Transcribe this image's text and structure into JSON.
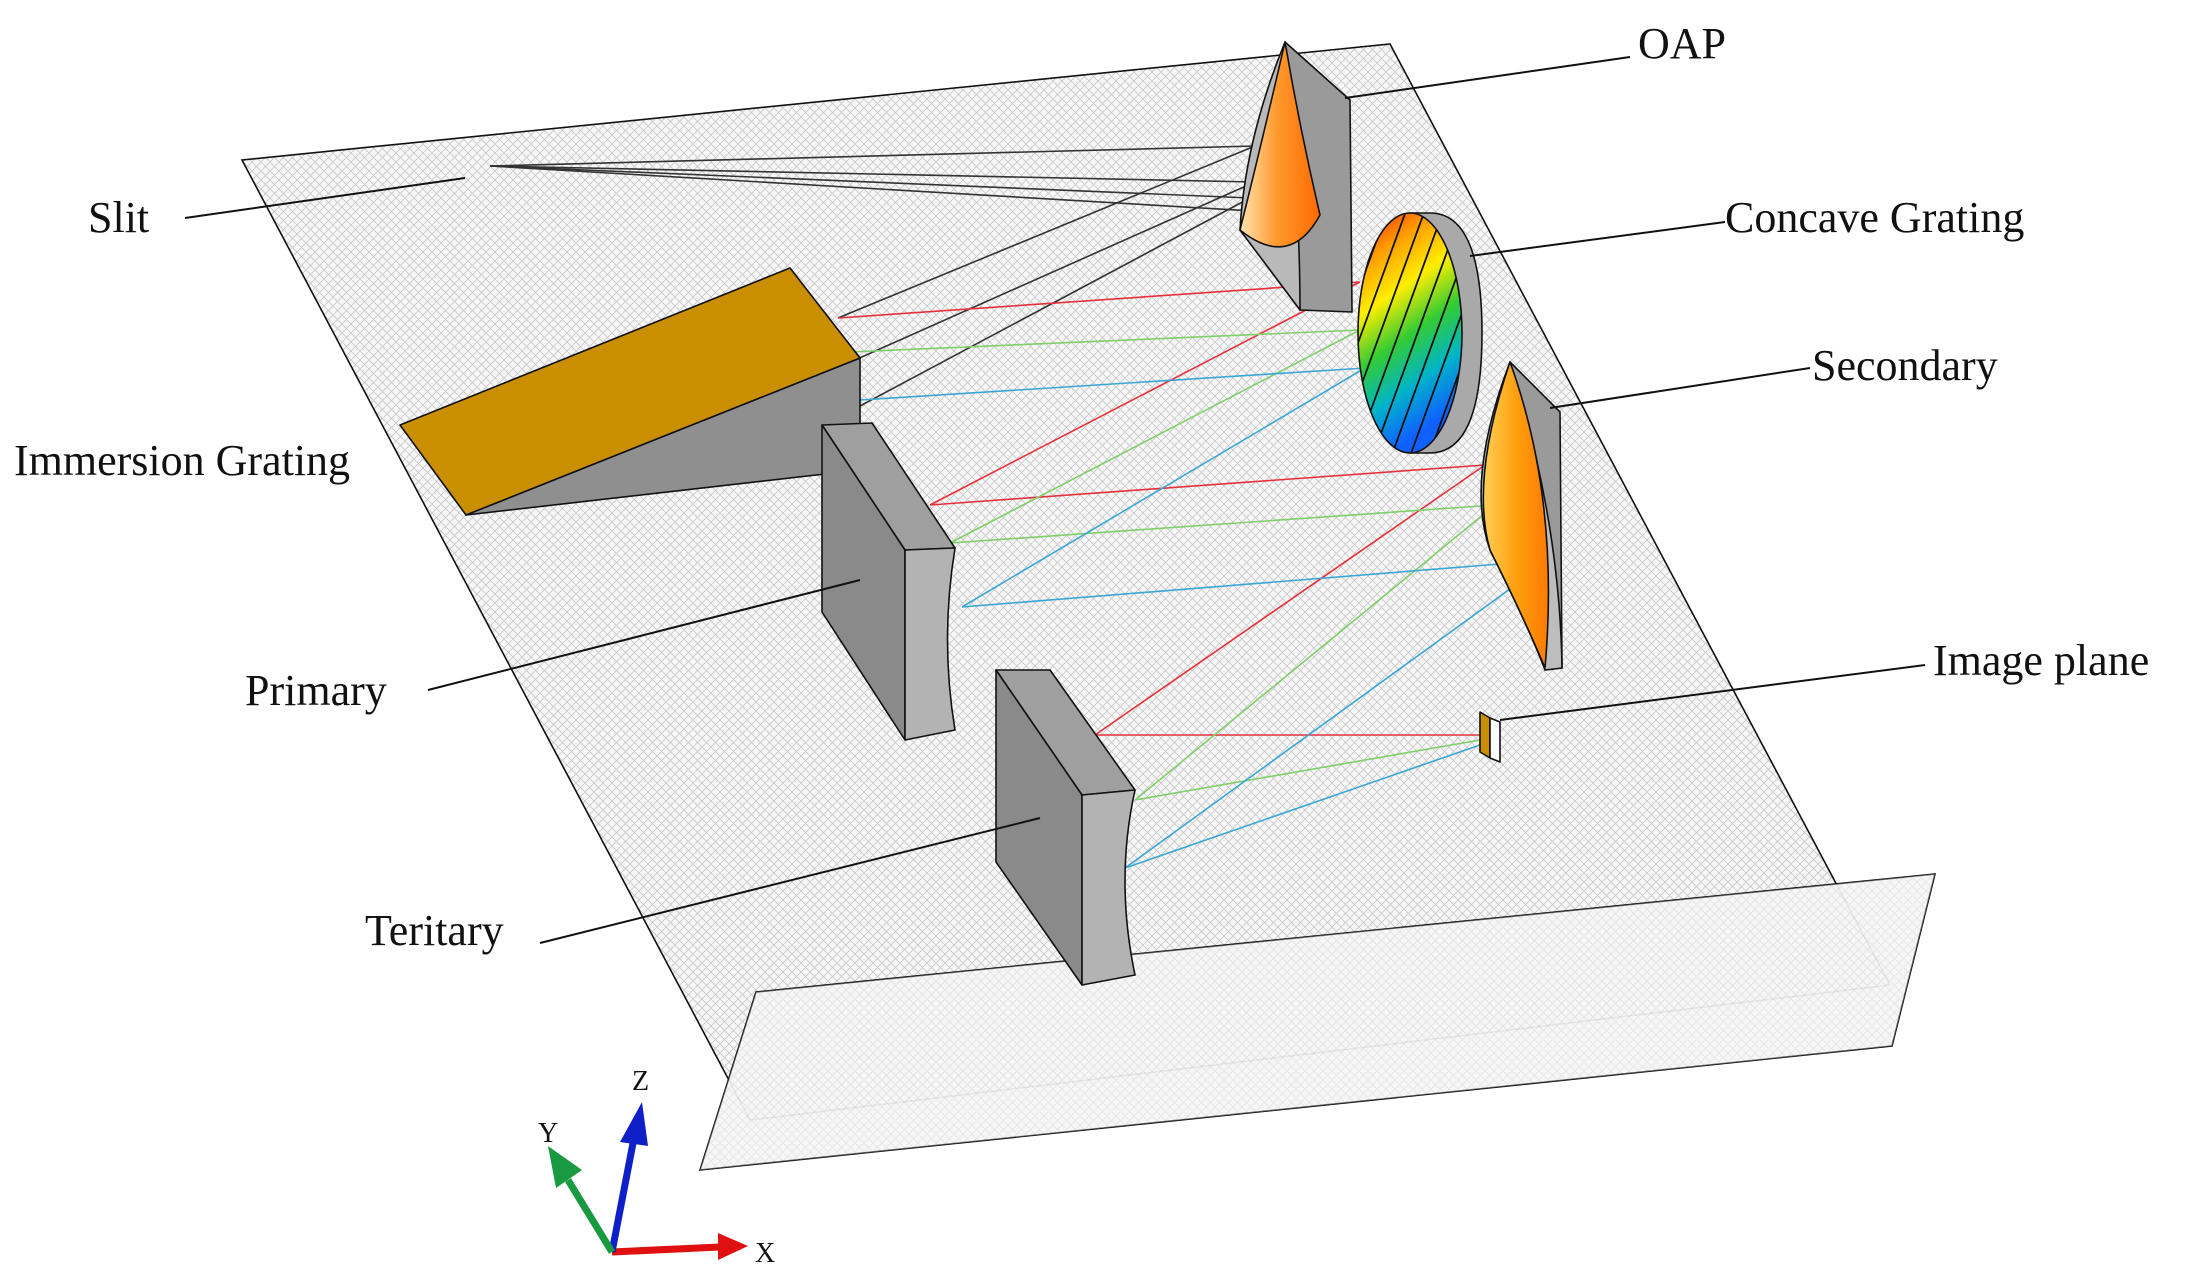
{
  "labels": {
    "oap": "OAP",
    "slit": "Slit",
    "concave_grating": "Concave Grating",
    "secondary": "Secondary",
    "immersion_grating": "Immersion Grating",
    "primary": "Primary",
    "image_plane": "Image plane",
    "teritary": "Teritary"
  },
  "axes": {
    "x": "X",
    "y": "Y",
    "z": "Z"
  },
  "colors": {
    "ray_red": "#e8303a",
    "ray_green": "#7fcf6a",
    "ray_blue": "#3aa6d6",
    "ray_black": "#333333",
    "prism_gold": "#c98f00",
    "mirror_gray": "#8c8c8c",
    "axis_x": "#e01010",
    "axis_y": "#1a9a40",
    "axis_z": "#1020c8"
  }
}
